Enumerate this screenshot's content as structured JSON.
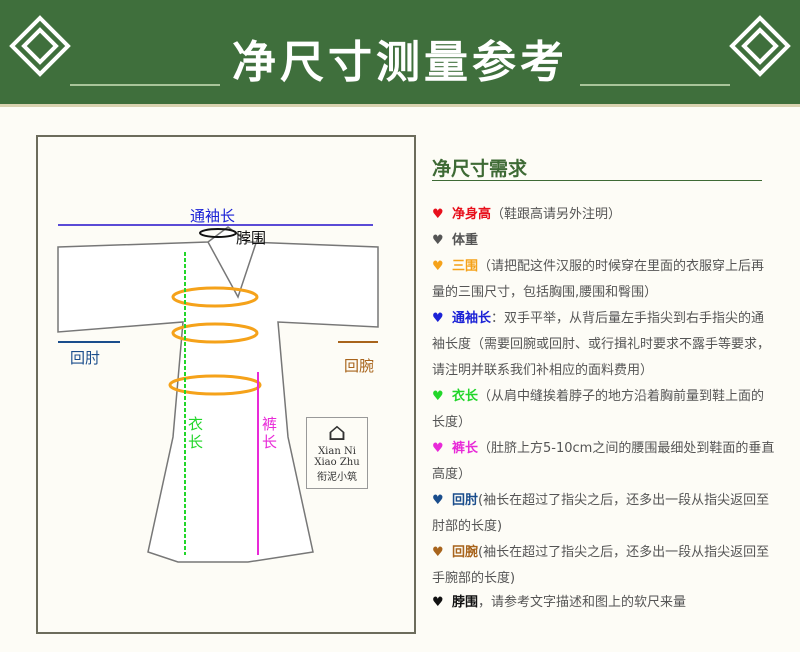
{
  "banner": {
    "title": "净尺寸测量参考"
  },
  "diagram": {
    "labels": {
      "sleeve": "通袖长",
      "neck": "脖围",
      "elbow": "回肘",
      "wrist": "回腕",
      "garment": "衣长",
      "pants": "裤长"
    },
    "logo": {
      "en": "Xian Ni Xiao Zhu",
      "cn": "衔泥小筑"
    }
  },
  "panel": {
    "title": "净尺寸需求",
    "items": [
      {
        "key": "净身高",
        "desc": "（鞋跟高请另外注明）",
        "color": "#e8101c"
      },
      {
        "key": "体重",
        "desc": "",
        "color": "#555555"
      },
      {
        "key": "三围",
        "desc": "（请把配这件汉服的时候穿在里面的衣服穿上后再量的三围尺寸，包括胸围,腰围和臀围）",
        "color": "#f5a21a"
      },
      {
        "key": "通袖长",
        "desc": "：双手平举，从背后量左手指尖到右手指尖的通袖长度（需要回腕或回肘、或行揖礼时要求不露手等要求，请注明并联系我们补相应的面料费用）",
        "color": "#1b22d6"
      },
      {
        "key": "衣长",
        "desc": "（从肩中缝挨着脖子的地方沿着胸前量到鞋上面的长度）",
        "color": "#22d62a"
      },
      {
        "key": "裤长",
        "desc": "（肚脐上方5-10cm之间的腰围最细处到鞋面的垂直高度）",
        "color": "#e82ad8"
      },
      {
        "key": "回肘",
        "desc": "(袖长在超过了指尖之后，还多出一段从指尖返回至肘部的长度)",
        "color": "#1a4d8c"
      },
      {
        "key": "回腕",
        "desc": "(袖长在超过了指尖之后，还多出一段从指尖返回至手腕部的长度)",
        "color": "#a8641c"
      },
      {
        "key": "脖围",
        "desc": "，请参考文字描述和图上的软尺来量",
        "color": "#111111"
      }
    ]
  }
}
